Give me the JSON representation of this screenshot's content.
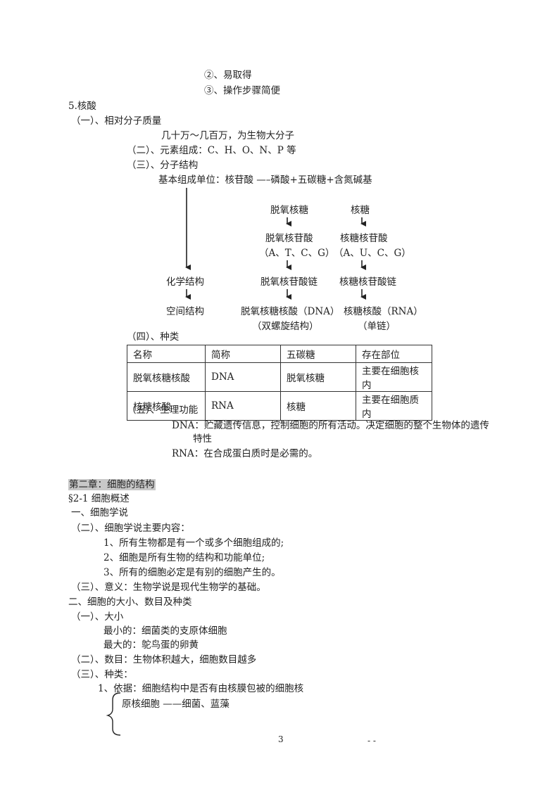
{
  "top_list": [
    "②、易取得",
    "③、操作步骤简便"
  ],
  "nucleic": {
    "heading": "5.核酸",
    "s1_title": "（一）、相对分子质量",
    "s1_text": "几十万～几百万，为生物大分子",
    "s2": "（二）、元素组成：C、H、O、N、P 等",
    "s3_title": "（三）、分子结构",
    "basic_unit": "基本组成单位：核苷酸 —–磷酸+五碳糖+含氮碱基",
    "diagram": {
      "chem": "化学结构",
      "space": "空间结构",
      "deoxy_sugar": "脱氧核糖",
      "deoxy_nucleotide": "脱氧核苷酸",
      "deoxy_bases": "（A、T、C、G）",
      "deoxy_chain": "脱氧核苷酸链",
      "dna": "脱氧核糖核酸（DNA）",
      "dna_note": "（双螺旋结构）",
      "ribose": "核糖",
      "ribo_nucleotide": "核糖核苷酸",
      "ribo_bases": "（A、U、C、G）",
      "ribo_chain": "核糖核苷酸链",
      "rna": "核糖核酸（RNA）",
      "rna_note": "（单链）"
    },
    "s4_title": "（四）、种类",
    "table": {
      "headers": [
        "名称",
        "简称",
        "五碳糖",
        "存在部位"
      ],
      "rows": [
        [
          "脱氧核糖核酸",
          "DNA",
          "脱氧核糖",
          "主要在细胞核内"
        ],
        [
          "核糖核酸",
          "RNA",
          "核糖",
          "主要在细胞质内"
        ]
      ]
    },
    "s5_title": "（五）、生理功能",
    "dna_func_1": "DNA：贮藏遗传信息，控制细胞的所有活动。决定细胞的整个生物体的遗传",
    "dna_func_2": "特性",
    "rna_func": "RNA：在合成蛋白质时是必需的。"
  },
  "chapter": {
    "title": "第二章：细胞的结构",
    "section": "§2-1 细胞概述",
    "p1": "一、细胞学说",
    "p1_2": "（二）、细胞学说主要内容：",
    "items": [
      "1、所有生物都是有一个或多个细胞组成的;",
      "2、细胞是所有生物的结构和功能单位;",
      "3、所有的细胞必定是有别的细胞产生的。"
    ],
    "p1_3": "（三）、意义：生物学说是现代生物学的基础。",
    "p2": "二、细胞的大小、数目及种类",
    "p2_1": "（一）、大小",
    "smallest": "最小的：细菌类的支原体细胞",
    "largest": "最大的：鸵鸟蛋的卵黄",
    "p2_2": "（二）、数目：生物体积越大，细胞数目越多",
    "p2_3": "（三）、种类：",
    "basis": "1、依据：细胞结构中是否有由核膜包被的细胞核",
    "prokaryote": "原核细胞 ——细菌、蓝藻"
  },
  "footer": {
    "page_number": "3",
    "marks": "-   -"
  }
}
